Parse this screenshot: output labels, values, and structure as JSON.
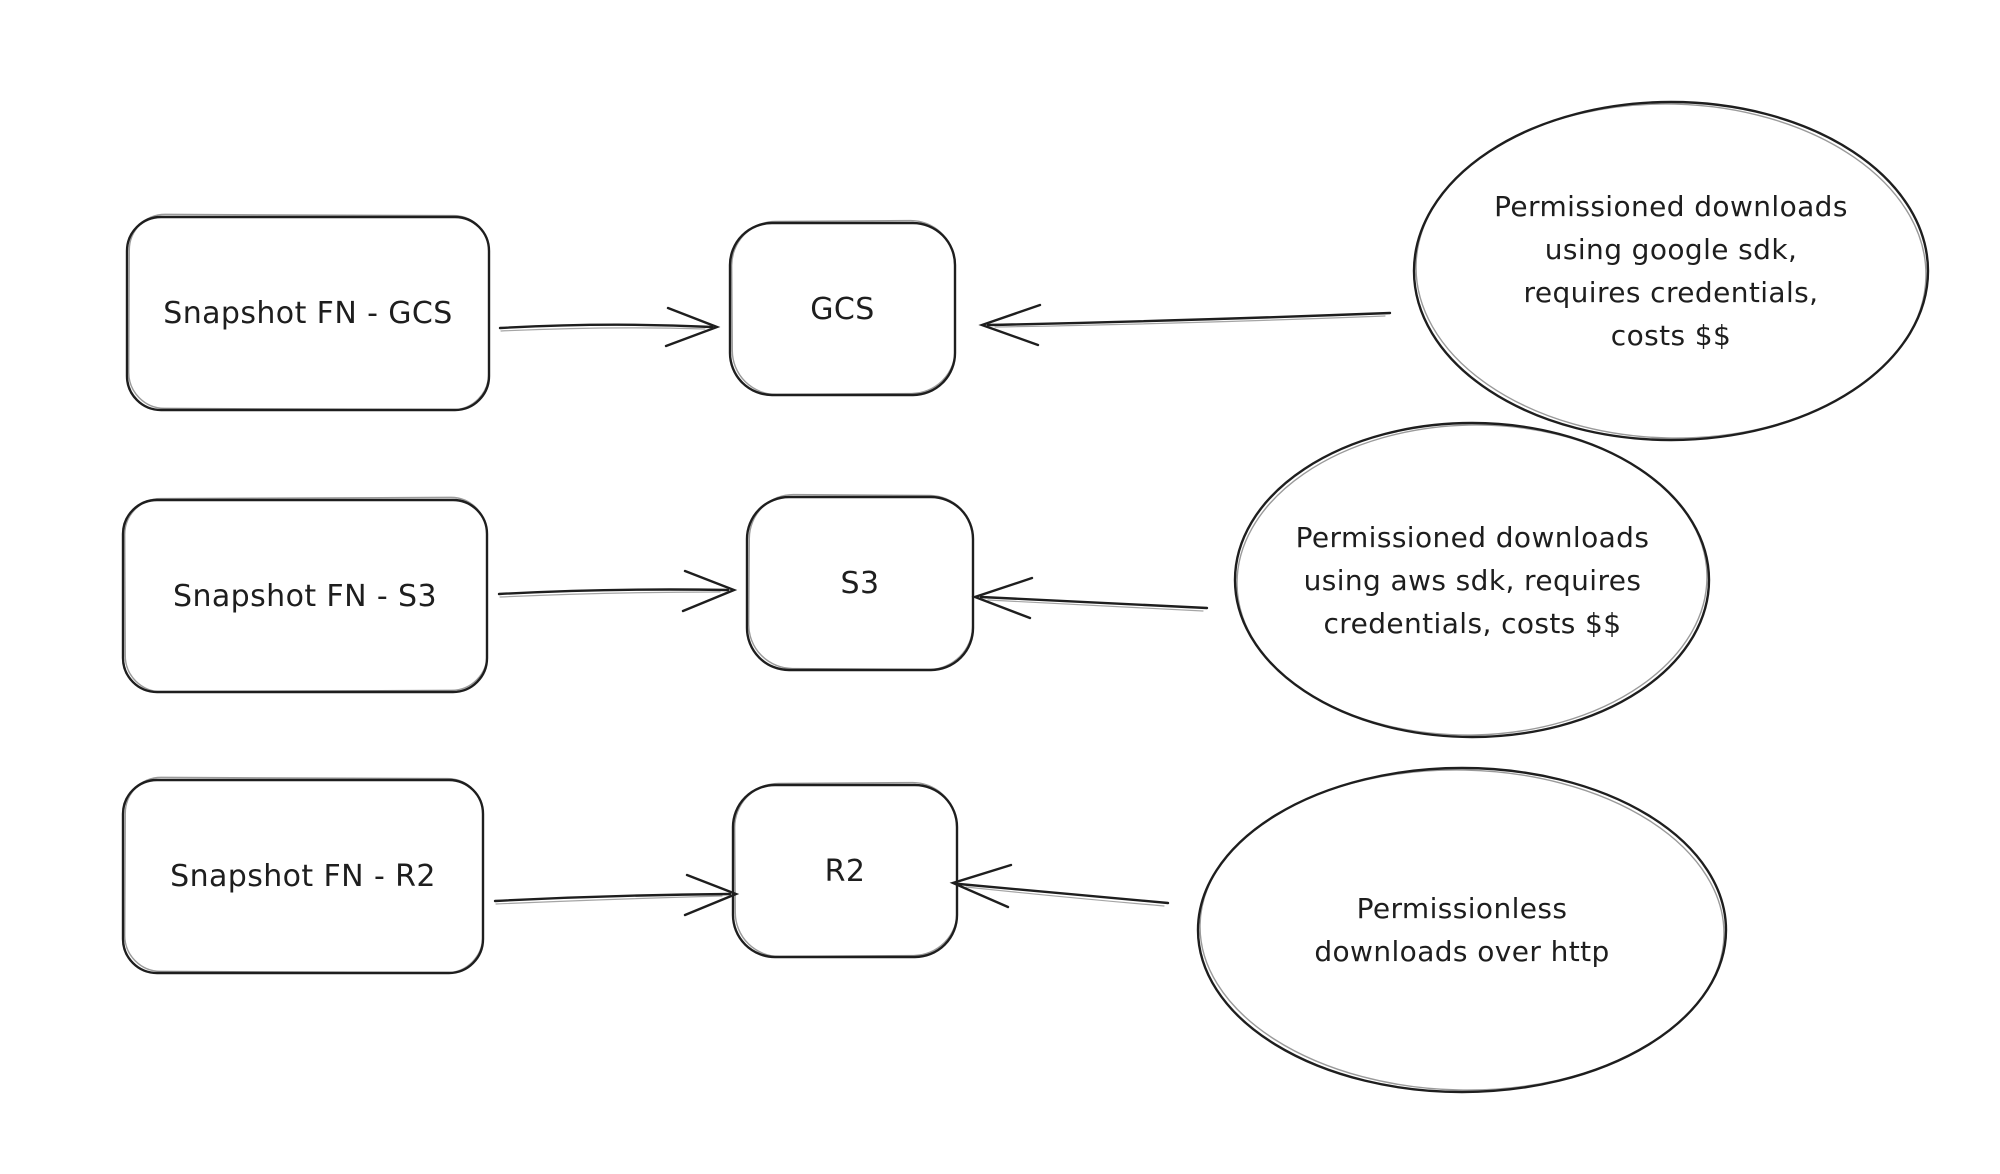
{
  "diagram": {
    "background_color": "#ffffff",
    "stroke_color": "#1e1e1e",
    "rows": [
      {
        "source_label": "Snapshot FN - GCS",
        "target_label": "GCS",
        "note_lines": [
          "Permissioned downloads",
          "using google sdk,",
          "requires credentials,",
          "costs $$"
        ]
      },
      {
        "source_label": "Snapshot FN - S3",
        "target_label": "S3",
        "note_lines": [
          "Permissioned downloads",
          "using aws sdk, requires",
          "credentials, costs $$"
        ]
      },
      {
        "source_label": "Snapshot FN - R2",
        "target_label": "R2",
        "note_lines": [
          "Permissionless",
          "downloads over http"
        ]
      }
    ]
  }
}
